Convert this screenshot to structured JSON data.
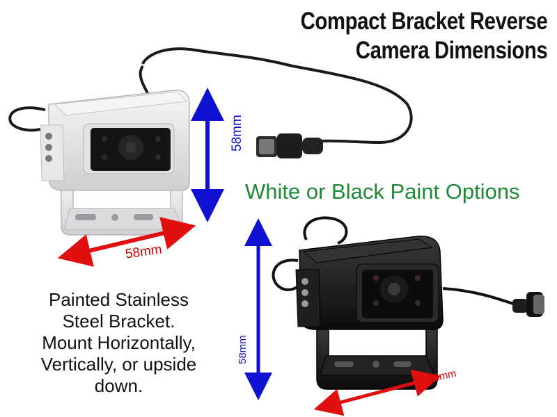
{
  "title": {
    "line1": "Compact Bracket Reverse",
    "line2": "Camera Dimensions"
  },
  "subtitle": "White or Black Paint Options",
  "description": [
    "Painted Stainless",
    "Steel Bracket.",
    "Mount Horizontally,",
    "Vertically, or upside",
    "down."
  ],
  "dimensions": {
    "white_height": "58mm",
    "white_width": "58mm",
    "black_height": "58mm",
    "black_width": "58mm"
  },
  "colors": {
    "subtitle_green": "#1e8a35",
    "width_arrow_red": "#e01010",
    "height_arrow_blue": "#1010d0",
    "white_camera": "#e9e9ea",
    "black_camera": "#1c1c1c"
  }
}
